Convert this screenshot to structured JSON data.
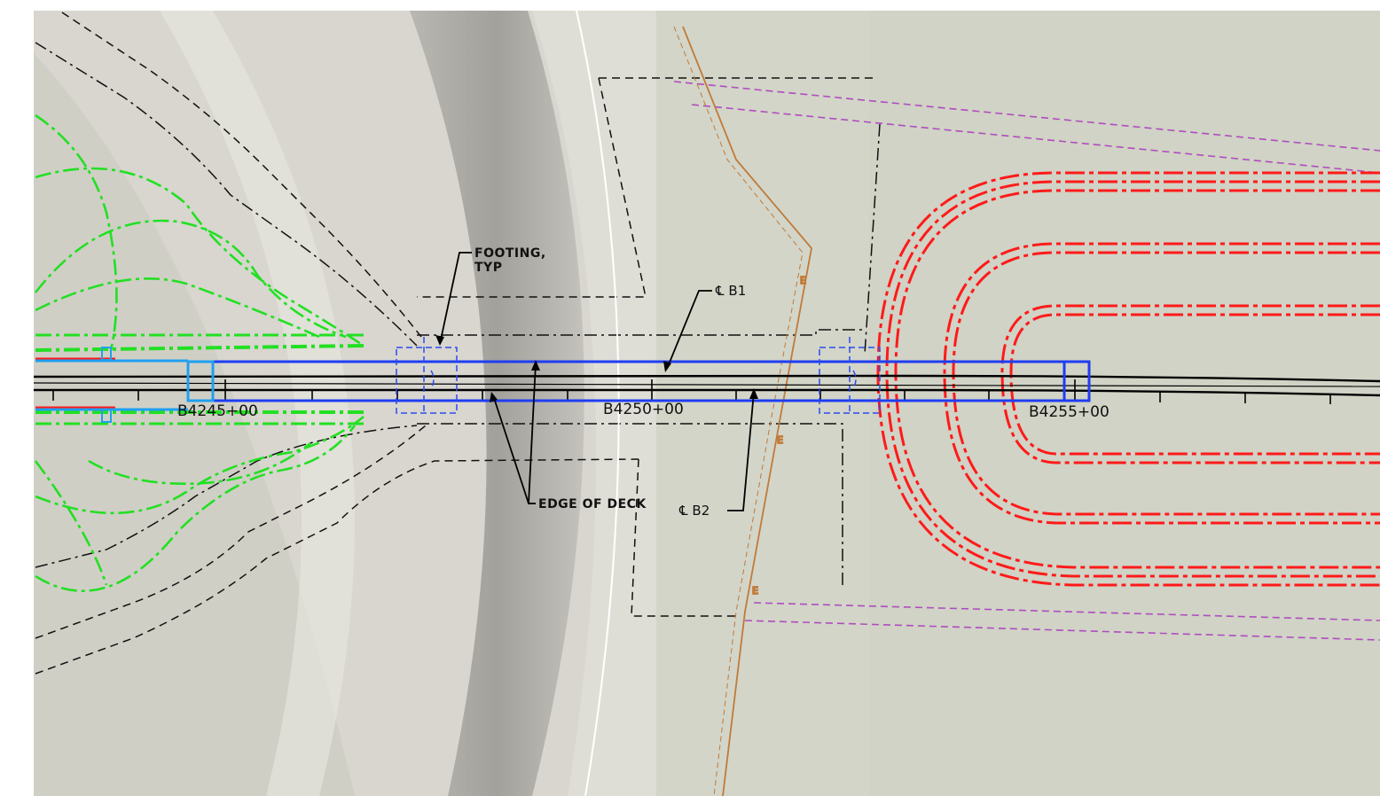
{
  "labels": {
    "footing_line1": "FOOTING,",
    "footing_line2": "TYP",
    "cl_b1": "℄ B1",
    "cl_b2": "℄ B2",
    "edge_of_deck": "EDGE OF DECK"
  },
  "stations": {
    "s4245": "B4245+00",
    "s4250": "B4250+00",
    "s4255": "B4255+00"
  },
  "utility_marker": "E",
  "colors": {
    "alignment": "#000000",
    "bridge_deck": "#1f3df2",
    "footing": "#2a4cf0",
    "existing_grading": "#22e022",
    "proposed_grading": "#ff1a1a",
    "right_of_way": "#b04cc0",
    "utility_line": "#c07a3a",
    "water_channel": "#9a9894"
  }
}
